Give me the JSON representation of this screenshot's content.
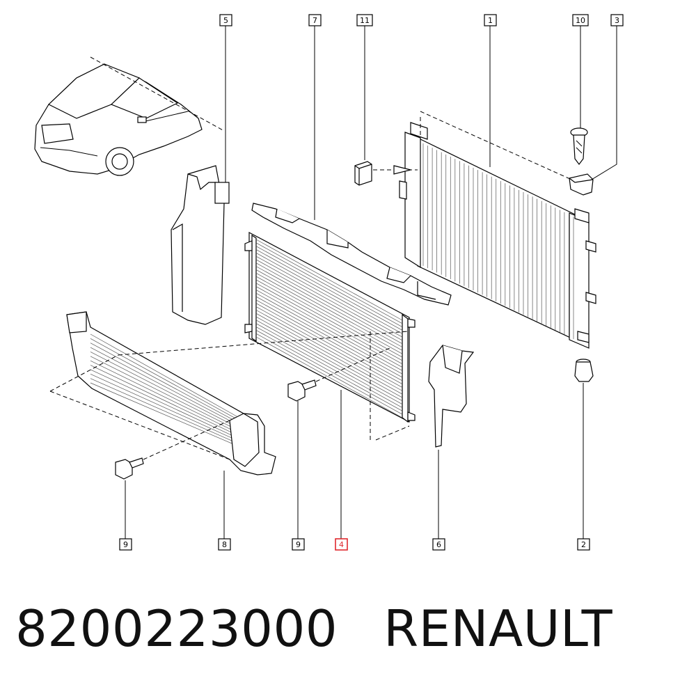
{
  "footer": {
    "part_number": "8200223000",
    "brand": "RENAULT"
  },
  "callouts": {
    "c1": "1",
    "c2": "2",
    "c3": "3",
    "c4": "4",
    "c5": "5",
    "c6": "6",
    "c7": "7",
    "c8": "8",
    "c9a": "9",
    "c9b": "9",
    "c10": "10",
    "c11": "11"
  },
  "highlighted_callout": "4",
  "colors": {
    "highlight": "#e0282e",
    "line": "#000000"
  }
}
